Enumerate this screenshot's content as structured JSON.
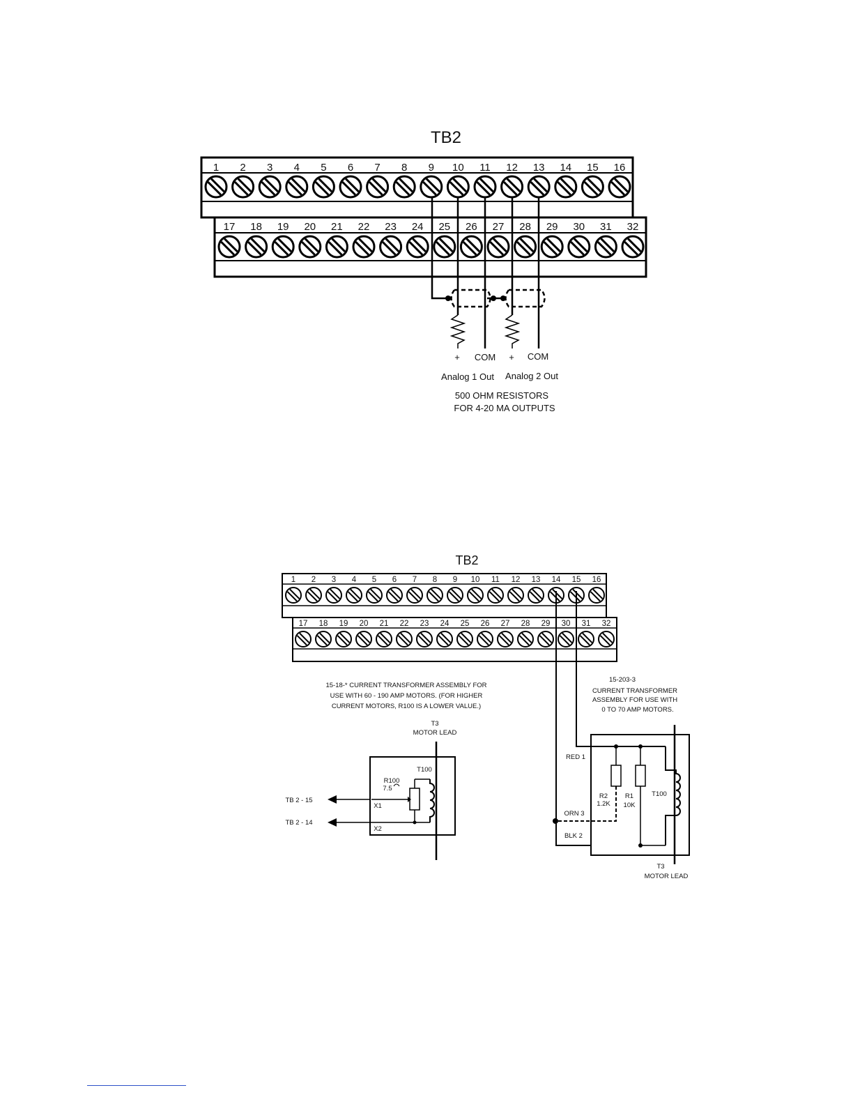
{
  "figure1": {
    "title": "TB2",
    "top_terminals": [
      "1",
      "2",
      "3",
      "4",
      "5",
      "6",
      "7",
      "8",
      "9",
      "10",
      "11",
      "12",
      "13",
      "14",
      "15",
      "16"
    ],
    "bottom_terminals": [
      "17",
      "18",
      "19",
      "20",
      "21",
      "22",
      "23",
      "24",
      "25",
      "26",
      "27",
      "28",
      "29",
      "30",
      "31",
      "32"
    ],
    "plus1": "+",
    "com1": "COM",
    "plus2": "+",
    "com2": "COM",
    "analog1": "Analog 1 Out",
    "analog2": "Analog 2 Out",
    "note_line1": "500 OHM RESISTORS",
    "note_line2": "FOR 4-20 MA OUTPUTS"
  },
  "figure2": {
    "title": "TB2",
    "top_terminals": [
      "1",
      "2",
      "3",
      "4",
      "5",
      "6",
      "7",
      "8",
      "9",
      "10",
      "11",
      "12",
      "13",
      "14",
      "15",
      "16"
    ],
    "bottom_terminals": [
      "17",
      "18",
      "19",
      "20",
      "21",
      "22",
      "23",
      "24",
      "25",
      "26",
      "27",
      "28",
      "29",
      "30",
      "31",
      "32"
    ],
    "left_note": [
      "15-18-* CURRENT TRANSFORMER ASSEMBLY FOR",
      "USE WITH 60 - 190 AMP MOTORS. (FOR HIGHER",
      "CURRENT MOTORS, R100 IS A LOWER VALUE.)"
    ],
    "right_note": [
      "15-203-3",
      "CURRENT TRANSFORMER",
      "ASSEMBLY FOR USE WITH",
      "0 TO 70 AMP MOTORS."
    ],
    "left_assembly": {
      "t3": "T3",
      "motor_lead": "MOTOR LEAD",
      "t100": "T100",
      "r100": "R100",
      "r100_value": "7.5",
      "x1": "X1",
      "x2": "X2",
      "tb2_15": "TB 2 - 15",
      "tb2_14": "TB 2 - 14"
    },
    "right_assembly": {
      "red1": "RED 1",
      "orn3": "ORN 3",
      "blk2": "BLK 2",
      "r2": "R2",
      "r2_value": "1.2K",
      "r1": "R1",
      "r1_value": "10K",
      "t100": "T100",
      "t3": "T3",
      "motor_lead": "MOTOR LEAD"
    }
  }
}
